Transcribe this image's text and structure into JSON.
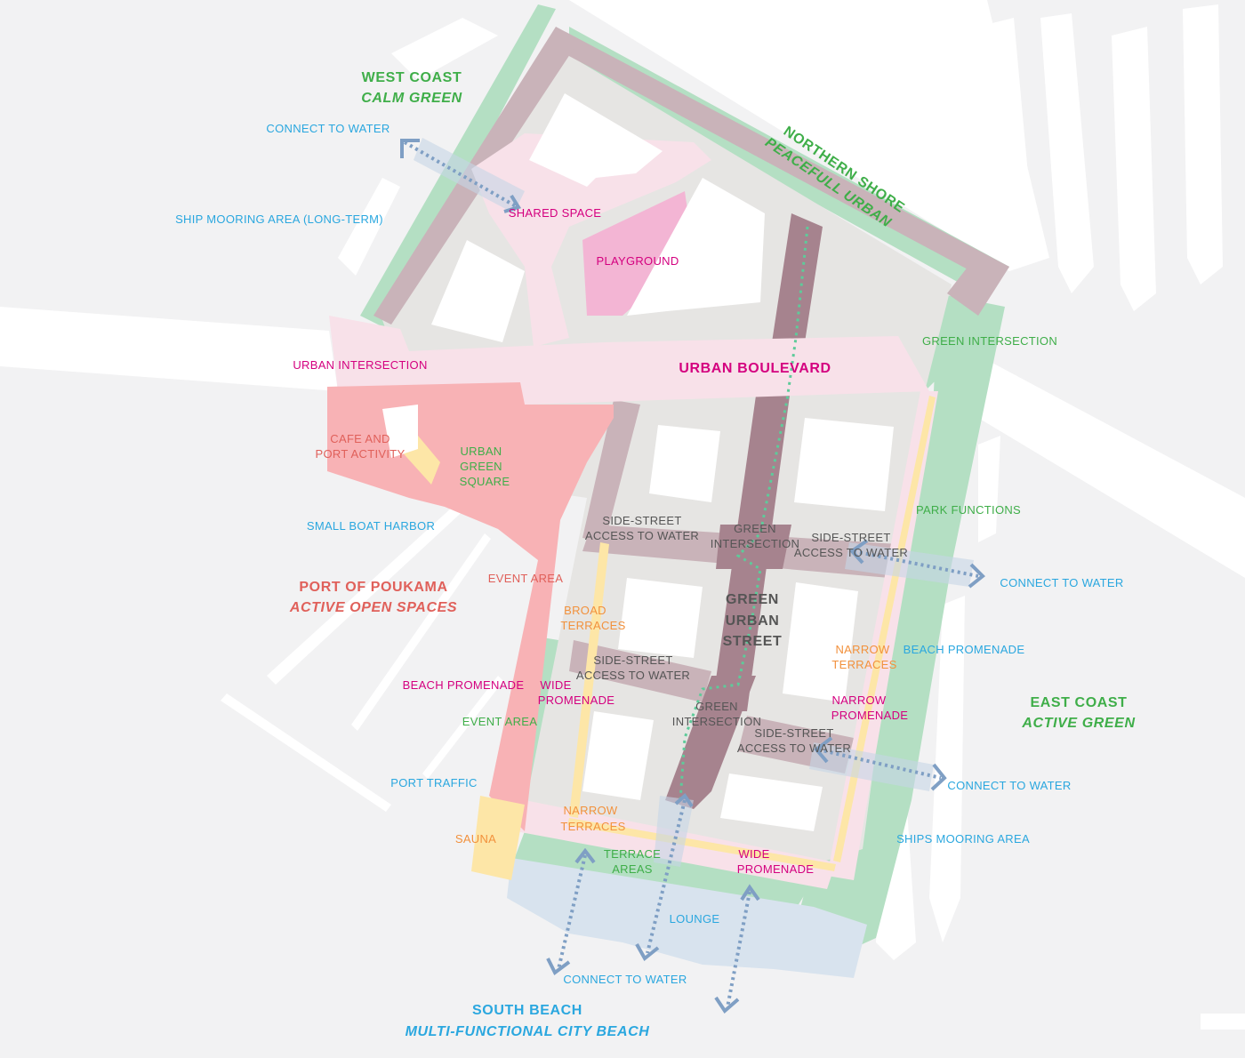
{
  "colors": {
    "background": "#f2f2f3",
    "water_features": "#ffffff",
    "green_zone": "#b4dfc3",
    "urban_street": "#c9b3b9",
    "green_urban_street": "#a6838e",
    "pink_zone": "#f8e1e9",
    "playground": "#f3b5d4",
    "port_zone": "#f8b2b5",
    "terrace_strip": "#fde6a7",
    "beach_zone": "#d8e3ee",
    "connect_arrow": "#7f9fc4",
    "green_dotted_path": "#5ecb9a"
  },
  "zones": {
    "west_coast": {
      "title": "WEST COAST",
      "subtitle": "CALM GREEN"
    },
    "northern_shore": {
      "title": "NORTHERN SHORE",
      "subtitle": "PEACEFULL URBAN"
    },
    "port": {
      "title": "PORT OF POUKAMA",
      "subtitle": "ACTIVE OPEN SPACES"
    },
    "east_coast": {
      "title": "EAST COAST",
      "subtitle": "ACTIVE GREEN"
    },
    "south_beach": {
      "title": "SOUTH BEACH",
      "subtitle": "MULTI-FUNCTIONAL CITY BEACH"
    }
  },
  "labels": {
    "connect_nw": "CONNECT TO WATER",
    "ship_mooring_long": "SHIP MOORING AREA (LONG-TERM)",
    "shared_space": "SHARED SPACE",
    "playground": "PLAYGROUND",
    "urban_intersection": "URBAN INTERSECTION",
    "urban_boulevard": "URBAN BOULEVARD",
    "green_intersection_ne": "GREEN INTERSECTION",
    "cafe_1": "CAFE AND",
    "cafe_2": "PORT ACTIVITY",
    "ugs_1": "URBAN",
    "ugs_2": "GREEN",
    "ugs_3": "SQUARE",
    "park_functions": "PARK FUNCTIONS",
    "small_boat_harbor": "SMALL BOAT HARBOR",
    "ss1_1": "SIDE-STREET",
    "ss1_2": "ACCESS TO WATER",
    "gi1_1": "GREEN",
    "gi1_2": "INTERSECTION",
    "ss2_1": "SIDE-STREET",
    "ss2_2": "ACCESS TO WATER",
    "connect_e1": "CONNECT TO WATER",
    "event_area_1": "EVENT AREA",
    "gus_1": "GREEN",
    "gus_2": "URBAN",
    "gus_3": "STREET",
    "broad_1": "BROAD",
    "broad_2": "TERRACES",
    "narrow_t1_1": "NARROW",
    "narrow_t1_2": "TERRACES",
    "beach_promenade_e": "BEACH PROMENADE",
    "ss3_1": "SIDE-STREET",
    "ss3_2": "ACCESS TO WATER",
    "beach_promenade_w": "BEACH PROMENADE",
    "wide_p1_1": "WIDE",
    "wide_p1_2": "PROMENADE",
    "narrow_p_1": "NARROW",
    "narrow_p_2": "PROMENADE",
    "gi2_1": "GREEN",
    "gi2_2": "INTERSECTION",
    "event_area_2": "EVENT AREA",
    "ss4_1": "SIDE-STREET",
    "ss4_2": "ACCESS TO WATER",
    "port_traffic": "PORT TRAFFIC",
    "connect_e2": "CONNECT TO WATER",
    "narrow_t2_1": "NARROW",
    "narrow_t2_2": "TERRACES",
    "sauna": "SAUNA",
    "ships_mooring": "SHIPS MOORING AREA",
    "terrace_1": "TERRACE",
    "terrace_2": "AREAS",
    "wide_p2_1": "WIDE",
    "wide_p2_2": "PROMENADE",
    "lounge": "LOUNGE",
    "connect_s": "CONNECT TO WATER"
  }
}
